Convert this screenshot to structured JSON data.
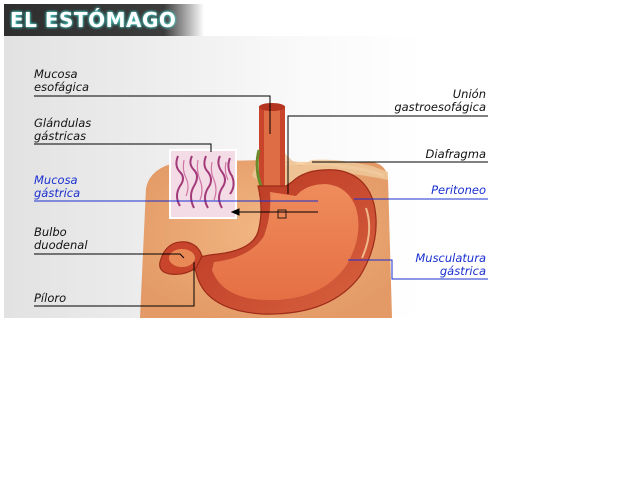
{
  "title": "EL ESTÓMAGO",
  "labels": {
    "mucosa_esofagica": [
      "Mucosa",
      "esofágica"
    ],
    "glandulas_gastricas": [
      "Glándulas",
      "gástricas"
    ],
    "mucosa_gastrica": [
      "Mucosa",
      "gástrica"
    ],
    "bulbo_duodenal": [
      "Bulbo",
      "duodenal"
    ],
    "piloro": [
      "Píloro"
    ],
    "union_gastroesofagica": [
      "Unión",
      "gastroesofágica"
    ],
    "diafragma": [
      "Diafragma"
    ],
    "peritoneo": [
      "Peritoneo"
    ],
    "musculatura_gastrica": [
      "Musculatura",
      "gástrica"
    ]
  },
  "colors": {
    "highlight_label": "#1a2fd0",
    "leader_line": "#000000",
    "title_glow": "#49d0c8",
    "stomach_muscle": "#c8452c",
    "stomach_mucosa": "#e87a4e"
  }
}
